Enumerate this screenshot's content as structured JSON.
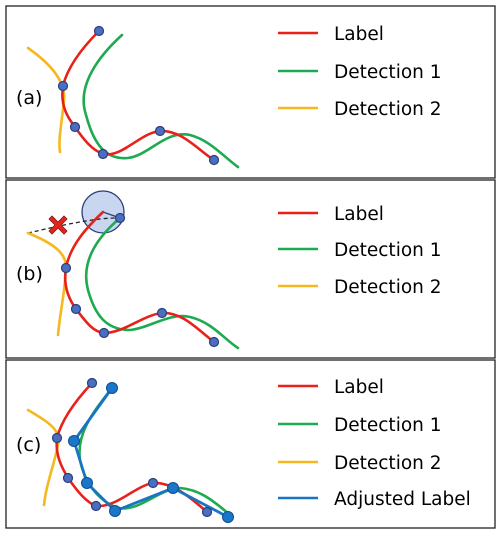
{
  "colors": {
    "label": "#e8221b",
    "detection1": "#1eaa50",
    "detection2": "#f5b81e",
    "adjusted_label": "#1a74c4",
    "reject_marker": "#e8221b",
    "search_radius": "#c9d6ef"
  },
  "icons": {
    "label_point": "blue-circle-marker",
    "rejected_match": "red-x-icon",
    "search_region": "circle-search-region"
  },
  "panels": [
    {
      "tag": "(a)",
      "legend": [
        {
          "text": "Label",
          "color_key": "label"
        },
        {
          "text": "Detection 1",
          "color_key": "detection1"
        },
        {
          "text": "Detection 2",
          "color_key": "detection2"
        }
      ]
    },
    {
      "tag": "(b)",
      "legend": [
        {
          "text": "Label",
          "color_key": "label"
        },
        {
          "text": "Detection 1",
          "color_key": "detection1"
        },
        {
          "text": "Detection 2",
          "color_key": "detection2"
        }
      ]
    },
    {
      "tag": "(c)",
      "legend": [
        {
          "text": "Label",
          "color_key": "label"
        },
        {
          "text": "Detection 1",
          "color_key": "detection1"
        },
        {
          "text": "Detection 2",
          "color_key": "detection2"
        },
        {
          "text": "Adjusted Label",
          "color_key": "adjusted_label"
        }
      ]
    }
  ]
}
